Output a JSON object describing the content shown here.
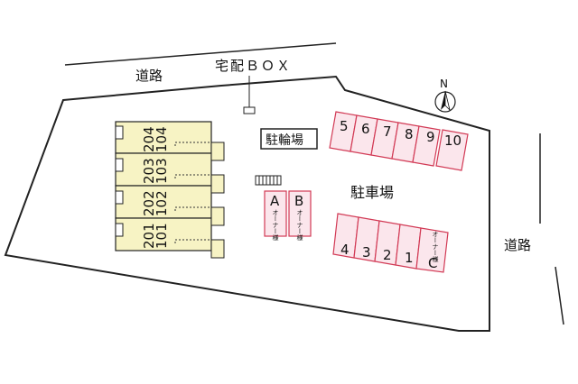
{
  "labels": {
    "road_top": "道路",
    "road_right": "道路",
    "delivery_box": "宅配ＢＯＸ",
    "bicycle_parking": "駐輪場",
    "parking_lot": "駐車場",
    "compass_north": "N"
  },
  "apartment_units": [
    {
      "upper": "204",
      "lower": "104"
    },
    {
      "upper": "203",
      "lower": "103"
    },
    {
      "upper": "202",
      "lower": "102"
    },
    {
      "upper": "201",
      "lower": "101"
    }
  ],
  "owner_spaces": [
    {
      "letter": "A",
      "note": "オーナー様"
    },
    {
      "letter": "B",
      "note": "オーナー様"
    }
  ],
  "parking_top": [
    "5",
    "6",
    "7",
    "8",
    "9",
    "10"
  ],
  "parking_bottom": [
    "4",
    "3",
    "2",
    "1"
  ],
  "parking_owner_space": {
    "note": "オーナー様",
    "letter": "C"
  },
  "colors": {
    "building_fill": "#f7f3c4",
    "parking_fill": "#fbe6ec",
    "parking_stroke": "#d23a55",
    "outline": "#222222"
  }
}
